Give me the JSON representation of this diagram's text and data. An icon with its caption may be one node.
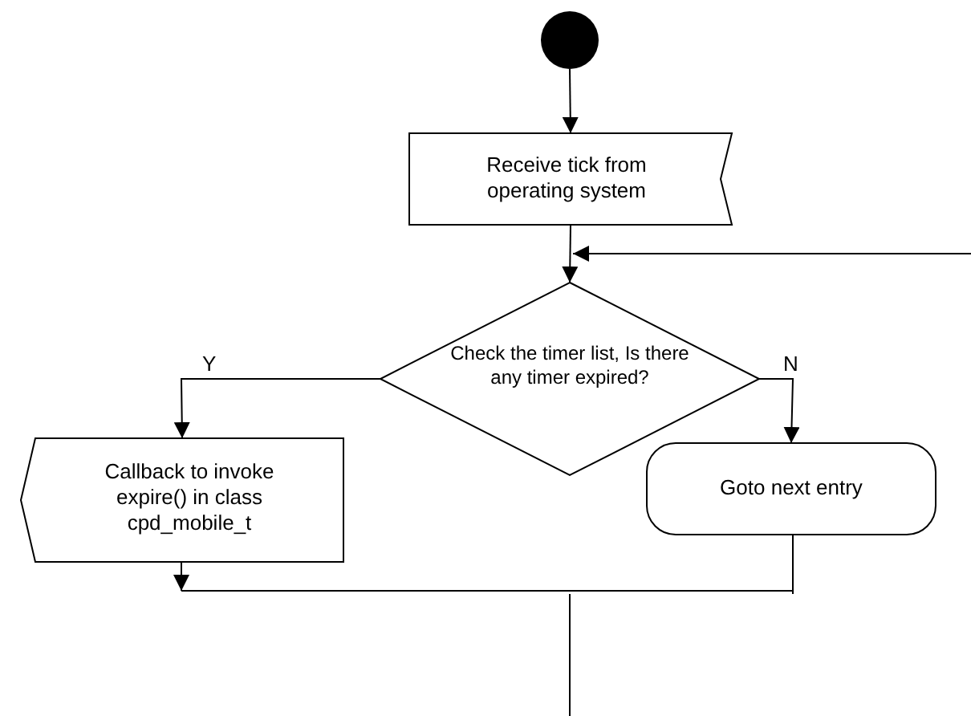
{
  "diagram": {
    "nodes": [
      {
        "text": [],
        "shape": "circle"
      },
      {
        "text": [
          "Receive tick from operating system"
        ]
      },
      {
        "text": [
          "Check the timer list, Is there any timer expired?"
        ]
      },
      {
        "text": [
          "Callback to invoke expire() in class cpd_mobile_t"
        ]
      },
      {
        "text": [
          "Goto next entry"
        ]
      }
    ],
    "edges": [
      {
        "from": 0,
        "to": 1,
        "arrow": "to"
      },
      {
        "from": 1,
        "to": 2,
        "arrow": "to"
      },
      {
        "from": null,
        "to": 2,
        "arrow": "to"
      },
      {
        "from": 2,
        "to": 3,
        "label": "Y",
        "arrow": "to"
      },
      {
        "from": 2,
        "to": 4,
        "label": "N",
        "arrow": "to"
      },
      {
        "from": 3,
        "to": null,
        "arrow": "to"
      },
      {
        "from": 4,
        "to": null,
        "arrow": "none"
      }
    ]
  }
}
